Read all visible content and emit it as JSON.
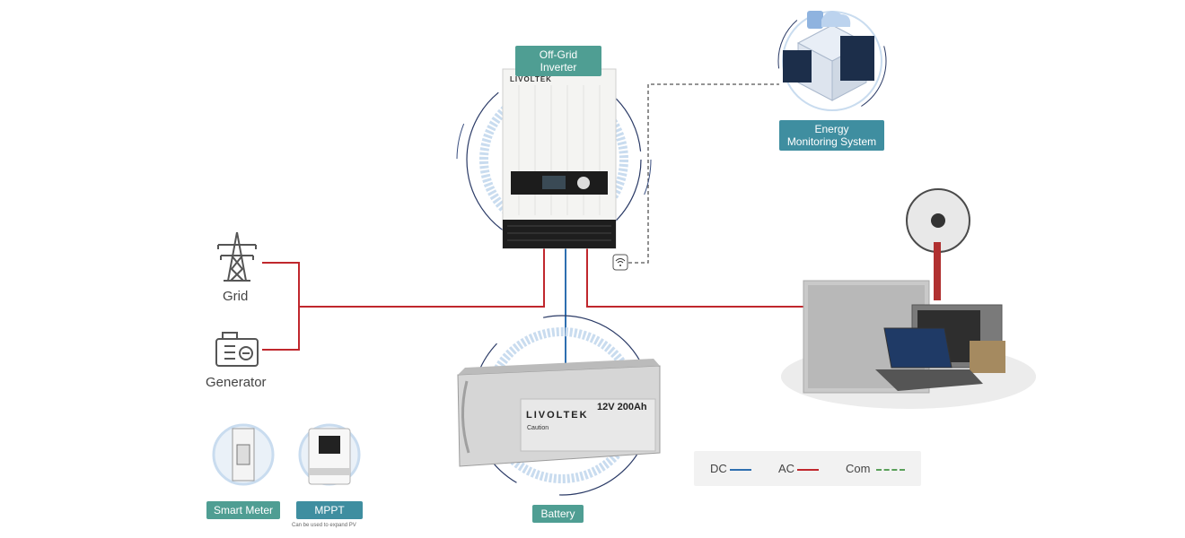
{
  "inverter": {
    "tag": "Off-Grid Inverter",
    "brand": "LIVOLTEK"
  },
  "ems": {
    "tag_line1": "Energy",
    "tag_line2": "Monitoring System"
  },
  "grid": {
    "label": "Grid"
  },
  "generator": {
    "label": "Generator"
  },
  "battery": {
    "tag": "Battery",
    "brand": "LIVOLTEK",
    "model": "12V 200Ah",
    "caution": "Caution"
  },
  "smart_meter": {
    "tag": "Smart Meter"
  },
  "mppt": {
    "tag": "MPPT",
    "note": "Can be used to expand PV"
  },
  "legend": {
    "dc": {
      "label": "DC",
      "color": "#2e6fb0"
    },
    "ac": {
      "label": "AC",
      "color": "#c0272d"
    },
    "com": {
      "label": "Com",
      "color": "#5aa05a"
    }
  },
  "colors": {
    "tag": "#4f9e93",
    "tag_blue": "#3f8ea0",
    "wire_ac": "#c0272d",
    "wire_dc": "#2e6fb0",
    "wire_com": "#555555"
  }
}
